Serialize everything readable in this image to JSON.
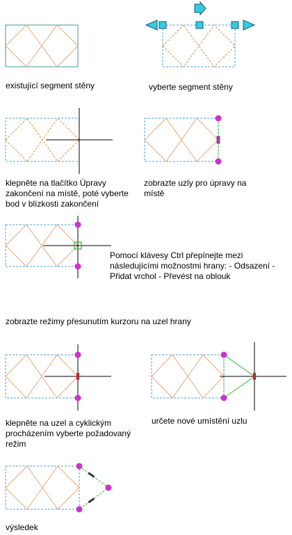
{
  "captions": {
    "existing": "existující segment stěny",
    "select": "vyberte segment stěny",
    "click_edit": "klepněte na tlačítko Úpravy zakončení na místě, poté vyberte bod v blízkosti zakončení",
    "show_nodes": "zobrazte uzly pro úpravy na místě",
    "ctrl_toggle": "Pomocí klávesy Ctrl přepínejte mezi následujícími možnostmi hrany: - Odsazení - Přidat vrchol - Převést na oblouk",
    "show_modes": "zobrazte režimy přesunutím kurzoru na uzel hrany",
    "click_node": "klepněte na uzel a cyklickým procházením vyberte požadovaný režim",
    "new_position": "určete nové umístění uzlu",
    "result": "výsledek"
  },
  "colors": {
    "segment_outline_solid": "#3a9a9a",
    "segment_outline_dashed": "#4aa0d8",
    "diagonal": "#e8a878",
    "diagonal_dashed": "#e09040",
    "grip_fill": "#33ccdd",
    "grip_stroke": "#1a5a7a",
    "node_fill": "#cc33cc",
    "crosshair": "#000000",
    "edge_green": "#33bb33",
    "edge_red": "#cc2222"
  },
  "icons": [
    "arrow-right-icon",
    "arrow-left-icon",
    "square-grip-icon",
    "node-circle-icon",
    "crosshair-icon"
  ]
}
